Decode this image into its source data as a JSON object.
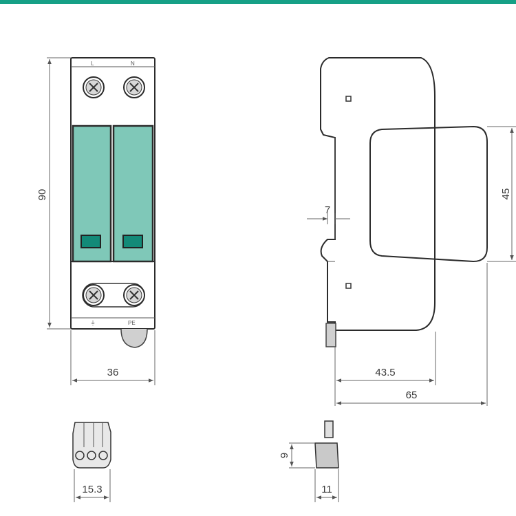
{
  "colors": {
    "top_band": "#16a086",
    "module_teal": "#7fc8b8",
    "indicator": "#138a78",
    "body_fill": "#f7f7f7",
    "cap_fill": "#f0f0f0",
    "connector_fill": "#c9c9c9"
  },
  "front_view": {
    "terminal_labels_top": [
      "L",
      "N"
    ],
    "terminal_labels_bottom": [
      "⏚",
      "PE"
    ],
    "height_label": "90",
    "width_label": "36"
  },
  "side_view": {
    "cap_height_label": "45",
    "rail_gap_label": "7",
    "depth_to_cap_label": "43.5",
    "total_depth_label": "65"
  },
  "connector_front": {
    "width_label": "15.3"
  },
  "connector_side": {
    "height_label": "9",
    "width_label": "11"
  }
}
